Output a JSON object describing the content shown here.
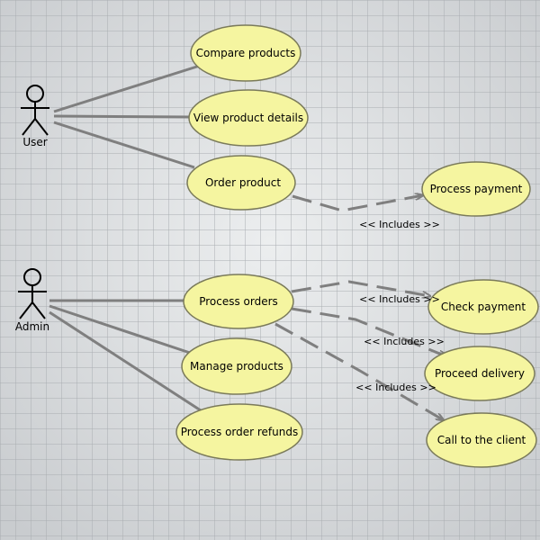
{
  "actors": {
    "user": {
      "label": "User"
    },
    "admin": {
      "label": "Admin"
    }
  },
  "use_cases": {
    "compare_products": "Compare products",
    "view_product_details": "View product details",
    "order_product": "Order product",
    "process_payment": "Process payment",
    "process_orders": "Process orders",
    "manage_products": "Manage products",
    "process_order_refunds": "Process order refunds",
    "check_payment": "Check payment",
    "proceed_delivery": "Proceed delivery",
    "call_to_the_client": "Call to the client"
  },
  "relation_labels": {
    "includes_1": "<< Includes >>",
    "includes_2": "<< Includes >>",
    "includes_3": "<< Includes >>",
    "includes_4": "<< Includes >>"
  },
  "colors": {
    "background": "#d6d8da",
    "grid": "#a9adb1",
    "usecase_fill": "#f5f5a0",
    "usecase_stroke": "#7a7a5a",
    "line": "#7f7f7f",
    "text": "#000000"
  }
}
